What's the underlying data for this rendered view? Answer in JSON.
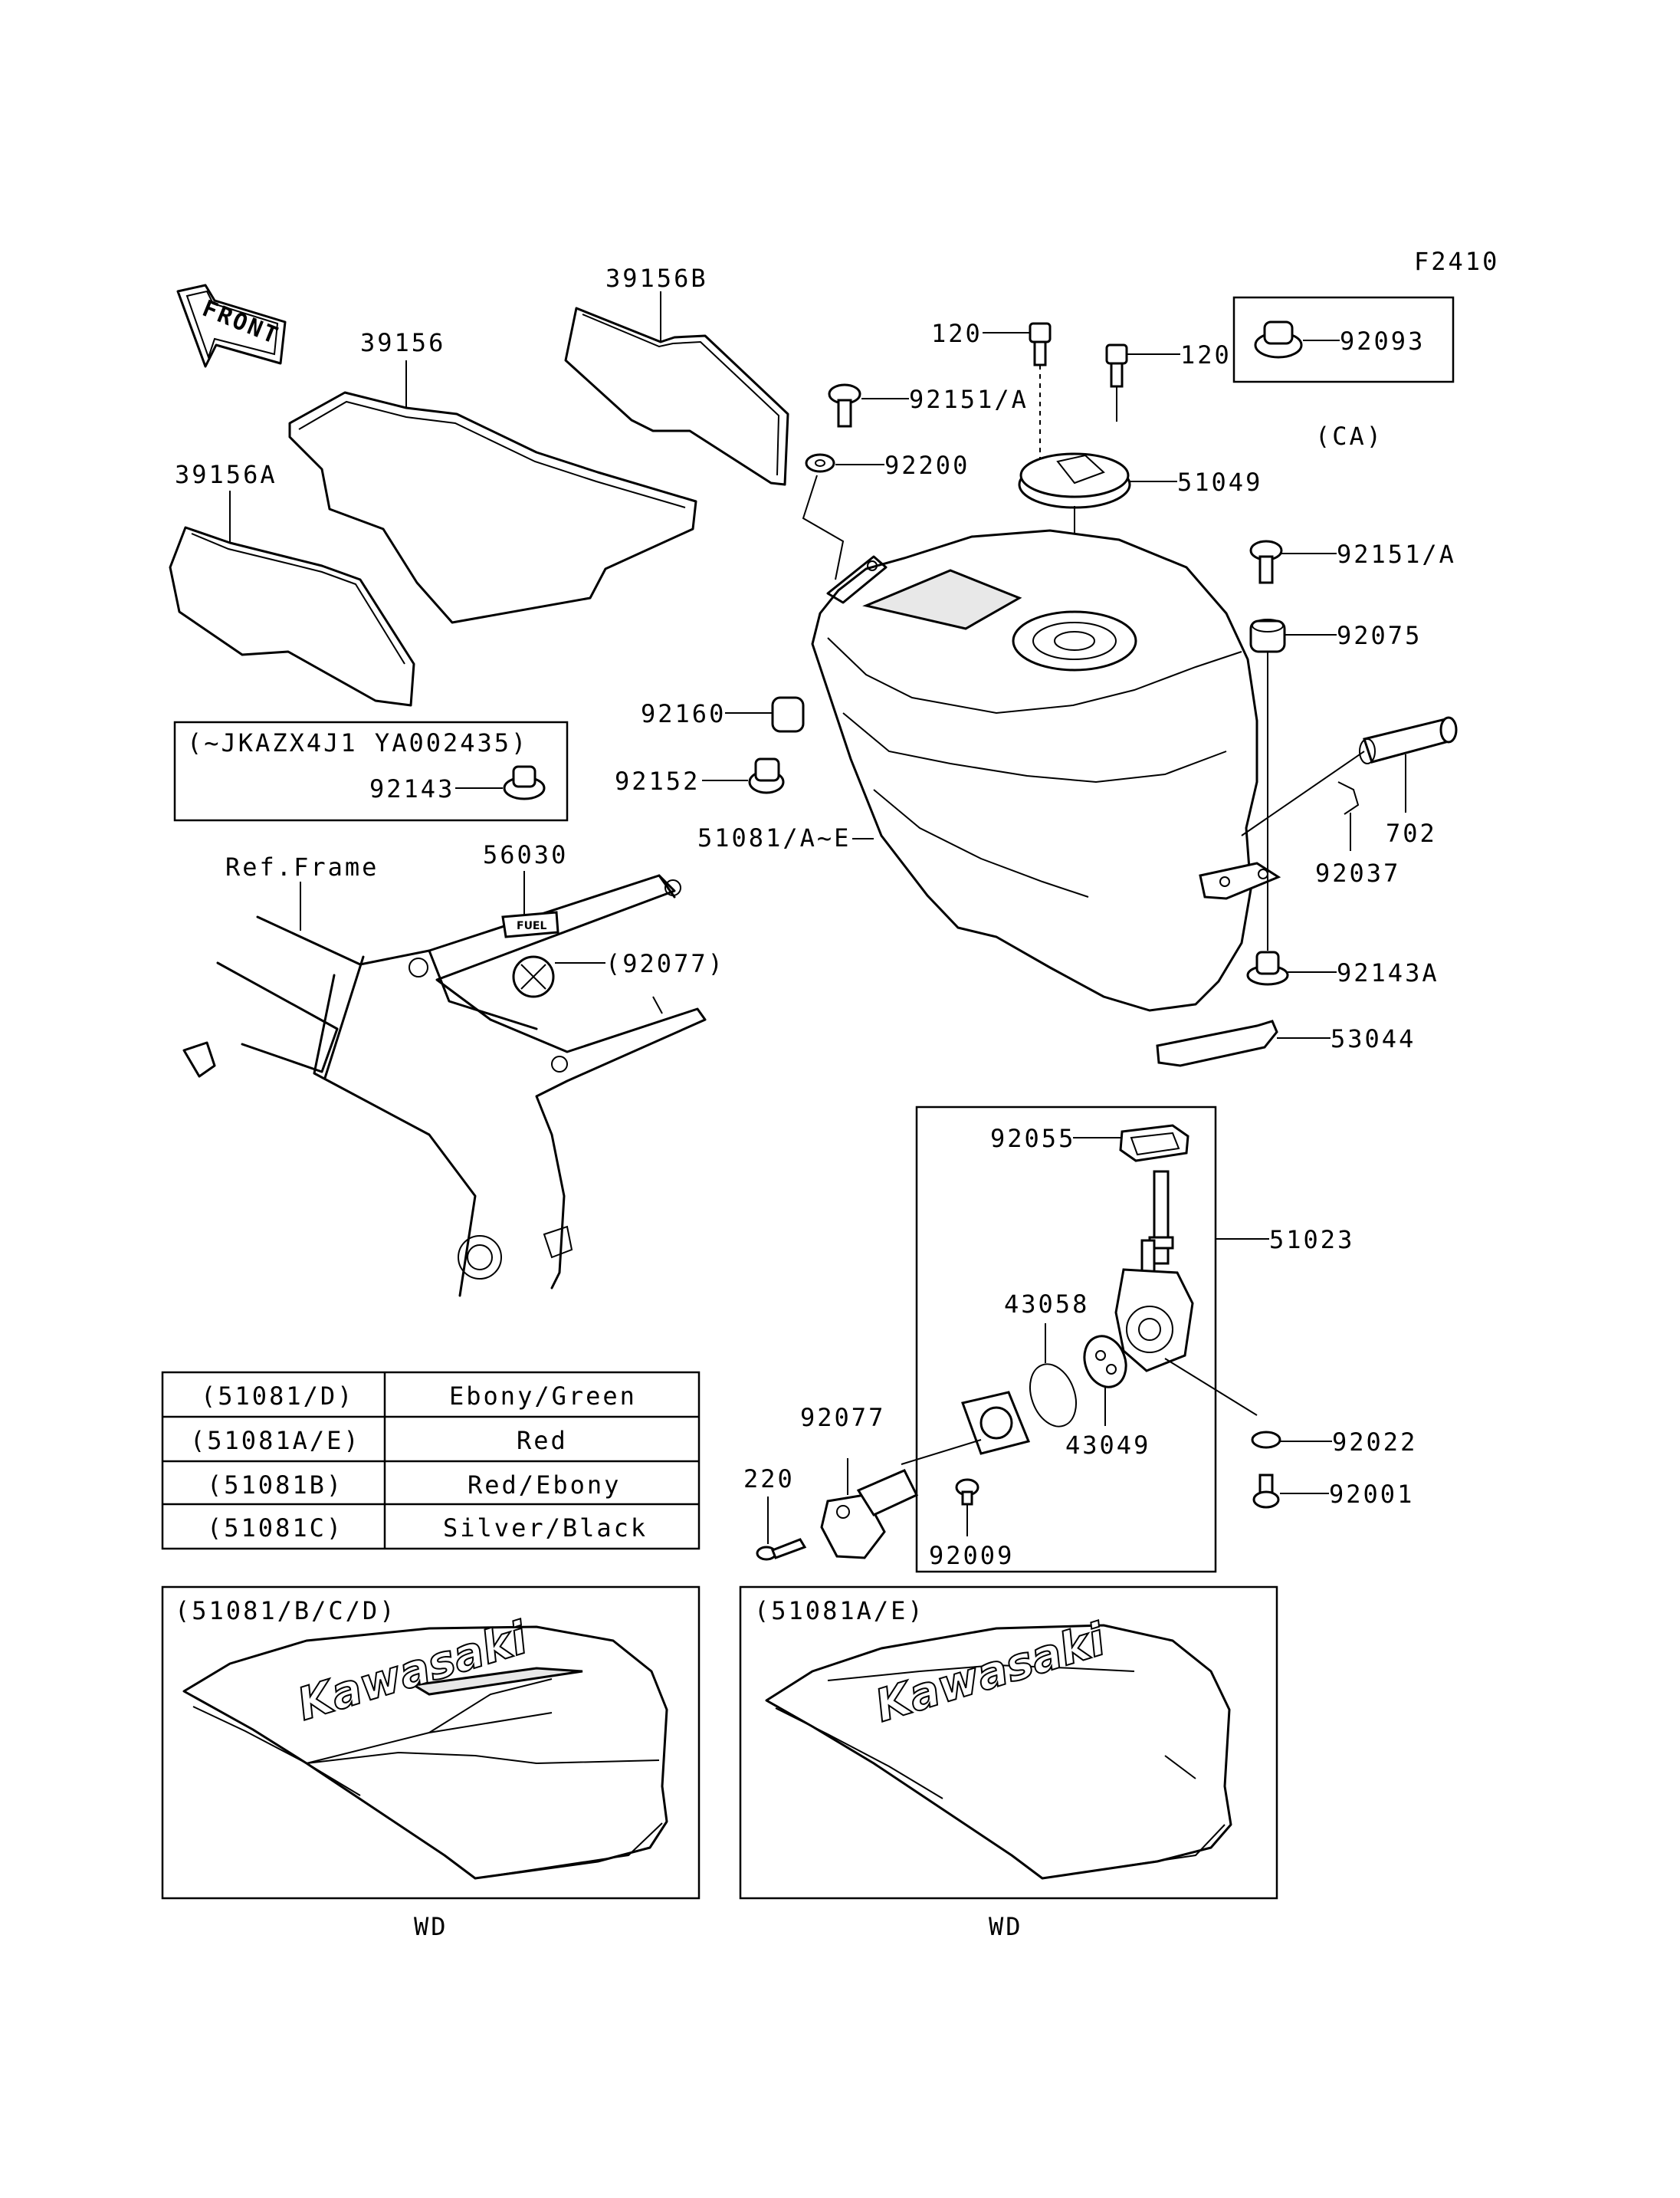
{
  "figure_code": "F2410",
  "front_label": "FRONT",
  "labels": {
    "p39156B": "39156B",
    "p39156": "39156",
    "p39156A": "39156A",
    "p120a": "120",
    "p120b": "120",
    "p92093": "92093",
    "ca": "(CA)",
    "p92151a": "92151/A",
    "p92200": "92200",
    "p51049": "51049",
    "p92151b": "92151/A",
    "p92075": "92075",
    "p92160": "92160",
    "p92152": "92152",
    "p51081": "51081/A~E",
    "p702": "702",
    "p92037": "92037",
    "p92143A": "92143A",
    "p53044": "53044",
    "p92055": "92055",
    "p51023": "51023",
    "p43058": "43058",
    "p43049": "43049",
    "p92022": "92022",
    "p92001": "92001",
    "p92077": "92077",
    "p220": "220",
    "p92009": "92009",
    "p92143": "92143",
    "vin_range": "(~JKAZX4J1 YA002435)",
    "ref_frame": "Ref.Frame",
    "p56030": "56030",
    "p92077_paren": "(92077)",
    "fuel_text": "FUEL"
  },
  "color_table": [
    {
      "code": "(51081/D)",
      "color": "Ebony/Green"
    },
    {
      "code": "(51081A/E)",
      "color": "Red"
    },
    {
      "code": "(51081B)",
      "color": "Red/Ebony"
    },
    {
      "code": "(51081C)",
      "color": "Silver/Black"
    }
  ],
  "variants": [
    {
      "label": "(51081/B/C/D)",
      "logo": "Kawasaki",
      "caption": "WD"
    },
    {
      "label": "(51081A/E)",
      "logo": "Kawasaki",
      "caption": "WD"
    }
  ]
}
